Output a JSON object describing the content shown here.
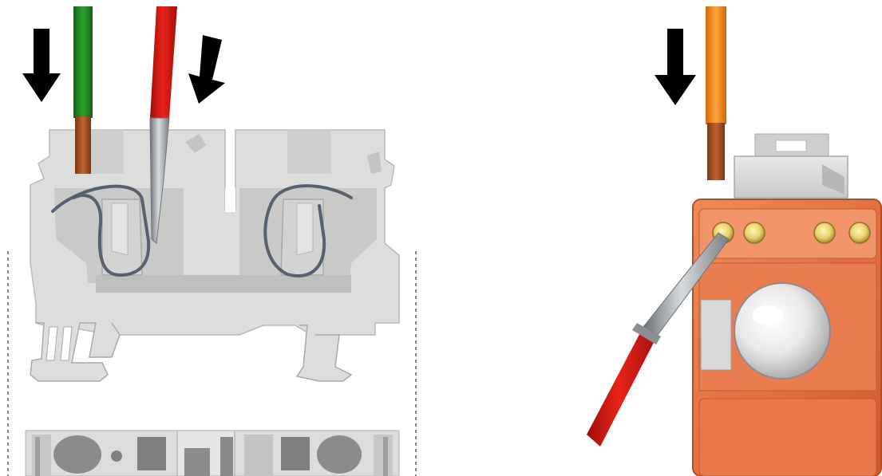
{
  "left_figure": {
    "component": "spring-clamp-terminal-block",
    "wires": [
      {
        "name": "green-wire",
        "insulation_color": "#1f8a1f"
      },
      {
        "name": "red-tool",
        "insulation_color": "#d8160f"
      }
    ],
    "arrow_count": 2
  },
  "right_figure": {
    "component": "orange-terminal-with-lens",
    "wire": {
      "name": "orange-wire",
      "insulation_color": "#ee7a0c"
    },
    "tool": {
      "name": "red-probe",
      "color": "#d8160f"
    },
    "arrow_count": 1,
    "screw_count": 4
  },
  "colors": {
    "housing": "#dedfdc",
    "housing_dark": "#c5c6c3",
    "copper": "#a9501d",
    "spring": "#5d6473",
    "orange_body": "#e9784a",
    "arrow": "#000000",
    "brass": "#e1cf6a"
  }
}
